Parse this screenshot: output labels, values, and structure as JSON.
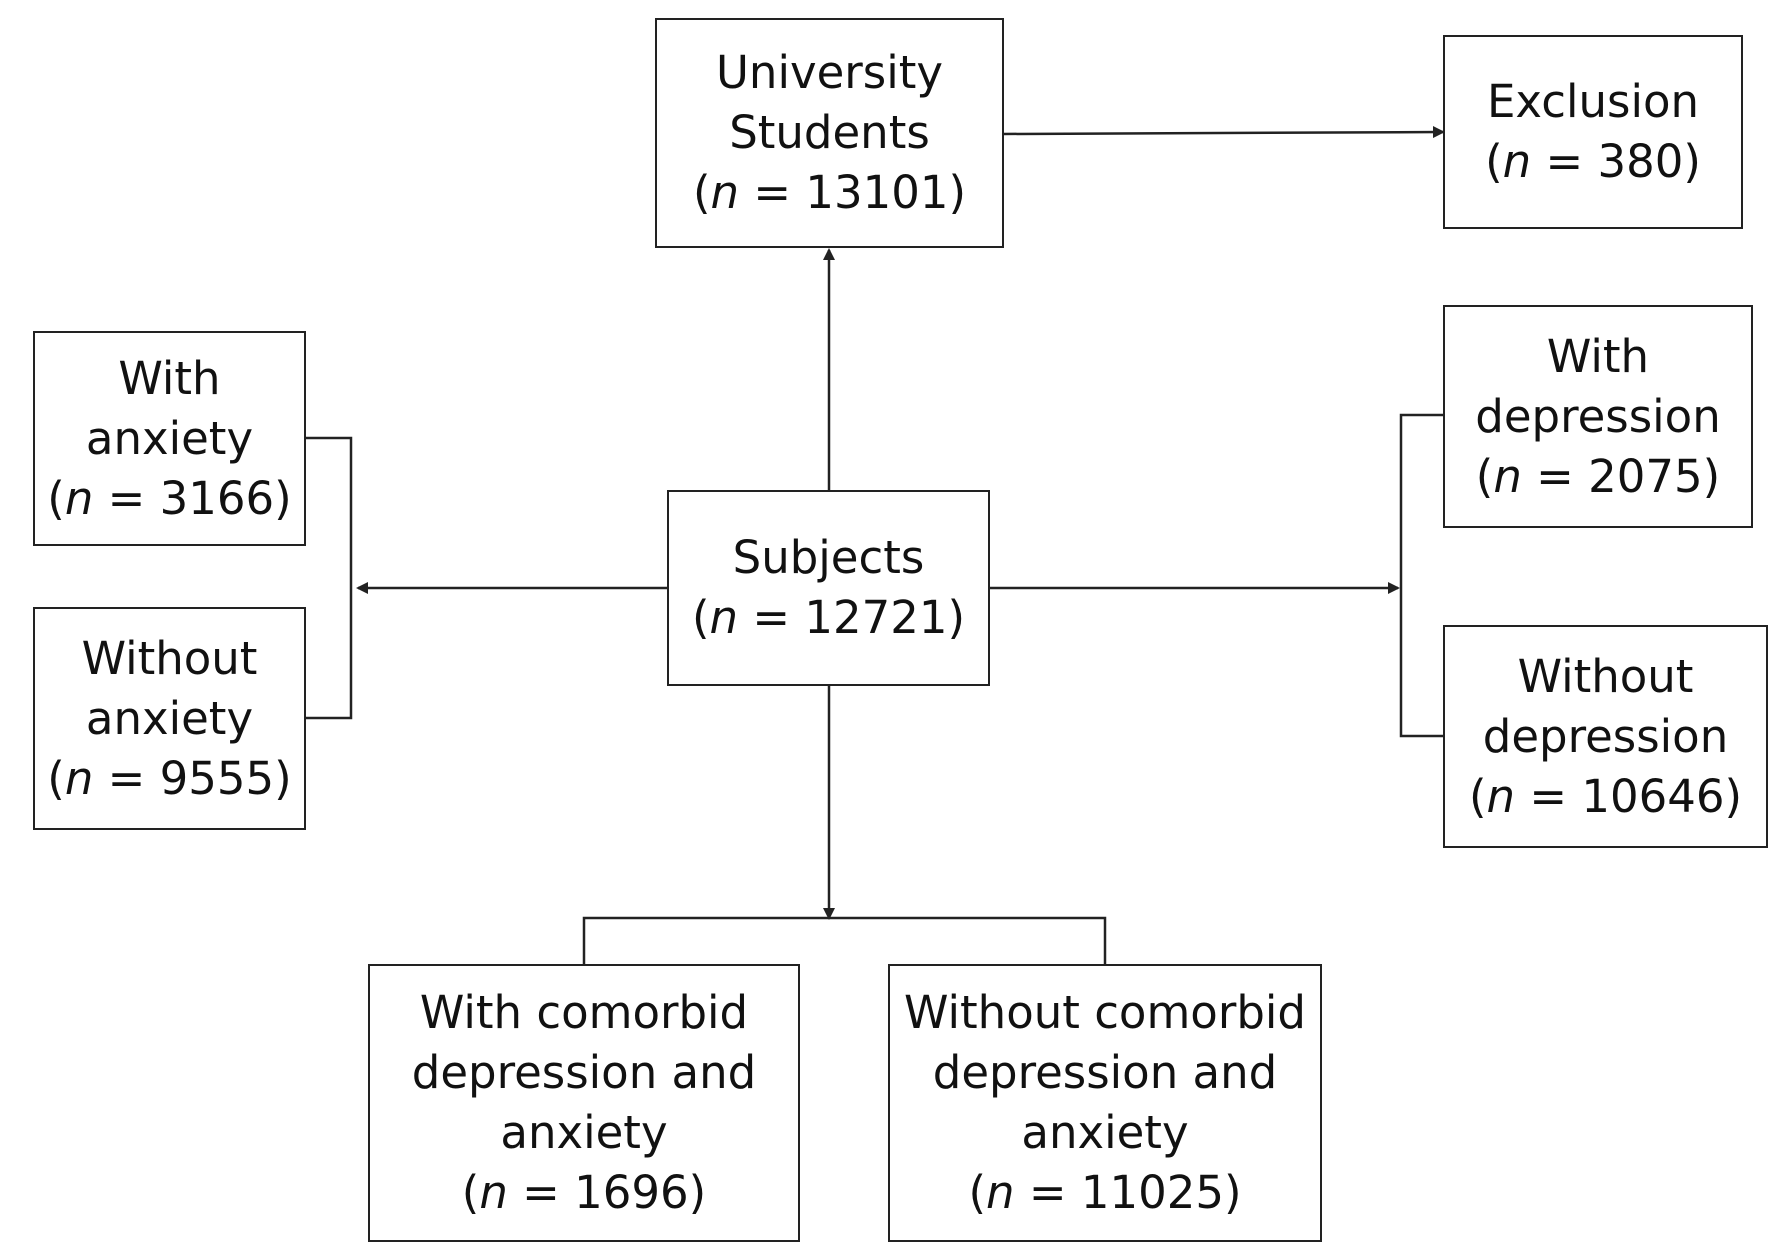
{
  "nodes": {
    "university": {
      "lines": [
        "University",
        "Students"
      ],
      "n_prefix": "(",
      "n_var": "n",
      "n_rest": " = 13101)"
    },
    "exclusion": {
      "lines": [
        "Exclusion"
      ],
      "n_prefix": "(",
      "n_var": "n",
      "n_rest": " = 380)"
    },
    "subjects": {
      "lines": [
        "Subjects"
      ],
      "n_prefix": "(",
      "n_var": "n",
      "n_rest": " = 12721)"
    },
    "with_anxiety": {
      "lines": [
        "With",
        "anxiety"
      ],
      "n_prefix": "(",
      "n_var": "n",
      "n_rest": " = 3166)"
    },
    "without_anxiety": {
      "lines": [
        "Without",
        "anxiety"
      ],
      "n_prefix": "(",
      "n_var": "n",
      "n_rest": " = 9555)"
    },
    "with_depression": {
      "lines": [
        "With",
        "depression"
      ],
      "n_prefix": "(",
      "n_var": "n",
      "n_rest": " = 2075)"
    },
    "without_depression": {
      "lines": [
        "Without",
        "depression"
      ],
      "n_prefix": "(",
      "n_var": "n",
      "n_rest": " = 10646)"
    },
    "with_comorbid": {
      "lines": [
        "With comorbid",
        "depression and",
        "anxiety"
      ],
      "n_prefix": "(",
      "n_var": "n",
      "n_rest": " = 1696)"
    },
    "without_comorbid": {
      "lines": [
        "Without comorbid",
        "depression and",
        "anxiety"
      ],
      "n_prefix": "(",
      "n_var": "n",
      "n_rest": " = 11025)"
    }
  }
}
